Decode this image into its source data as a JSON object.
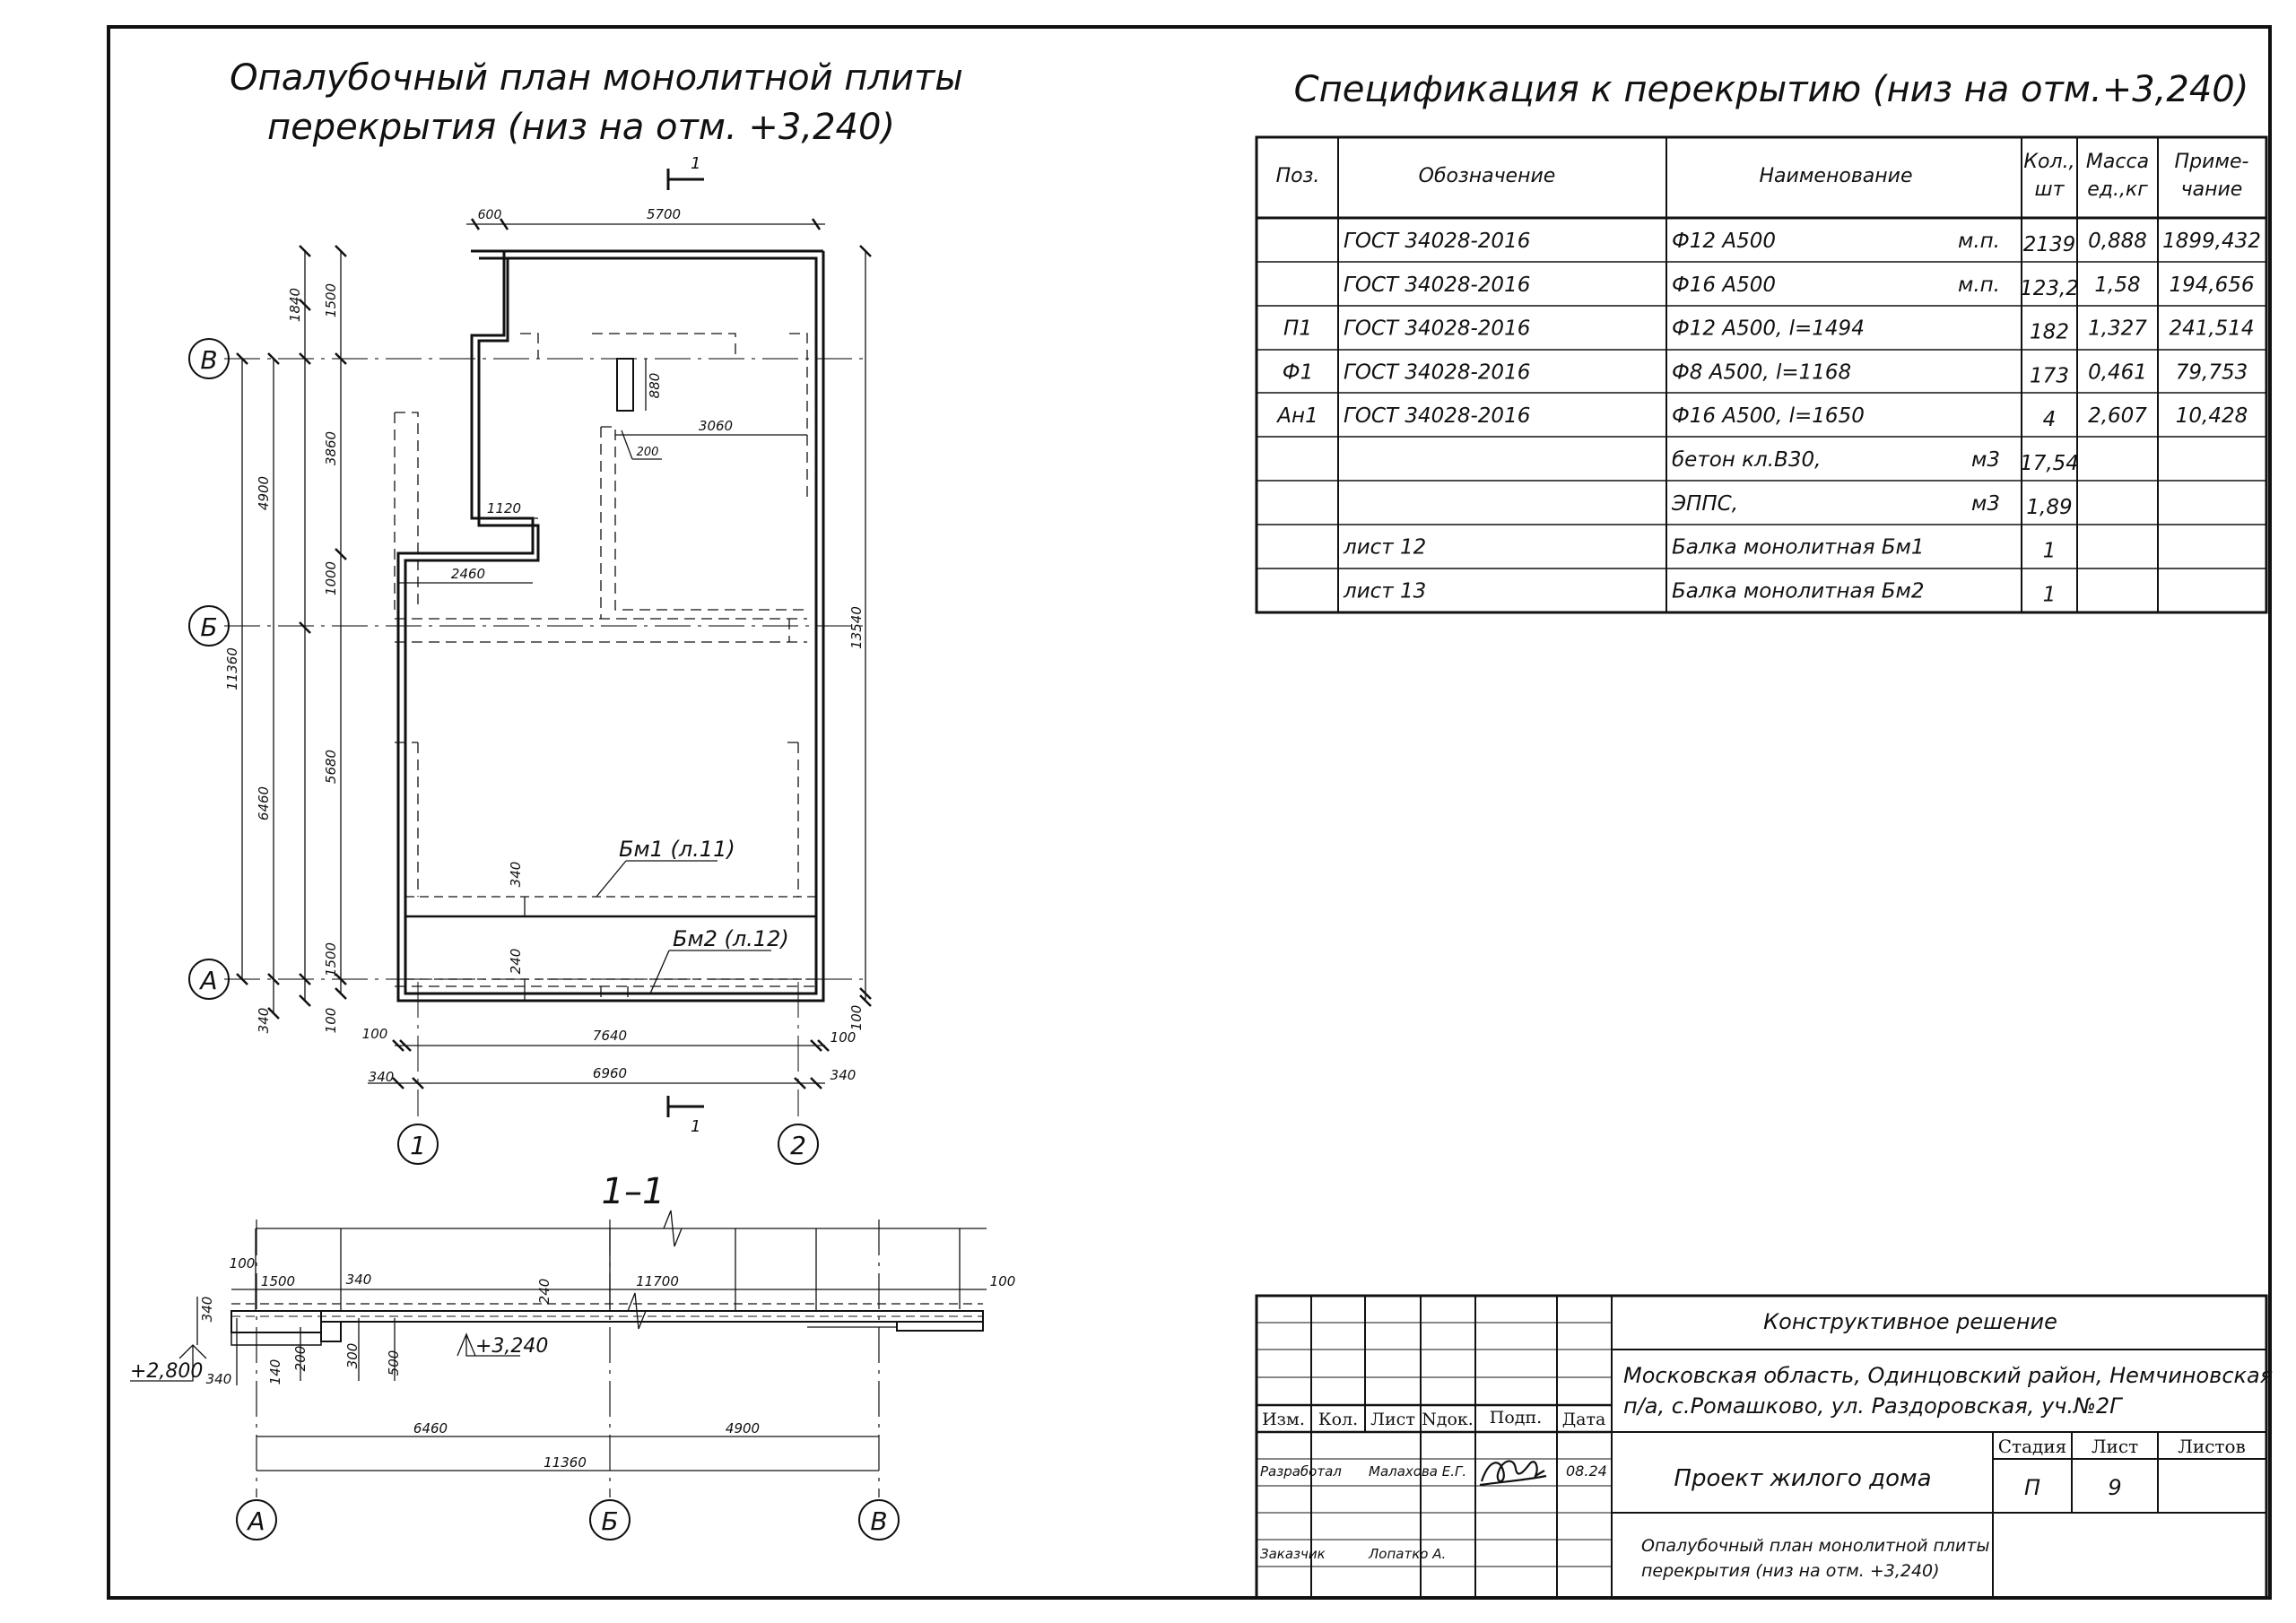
{
  "plan": {
    "title_line1": "Опалубочный план монолитной плиты",
    "title_line2": "перекрытия (низ на отм. +3,240)",
    "section_mark": "1",
    "axes_rows": [
      "В",
      "Б",
      "А"
    ],
    "axes_cols": [
      "1",
      "2"
    ],
    "dims_top": [
      "600",
      "5700"
    ],
    "dims_left_outer": [
      "11360"
    ],
    "dims_left_mid": [
      "4900",
      "6460",
      "340"
    ],
    "dims_left_inner": [
      "1840",
      "1500",
      "3860",
      "1000",
      "5680",
      "1500",
      "100"
    ],
    "dims_right": [
      "13540",
      "100"
    ],
    "dims_inner": [
      "880",
      "3060",
      "200",
      "1120",
      "2460",
      "340",
      "240"
    ],
    "dims_bottom_1": [
      "100",
      "7640",
      "100"
    ],
    "dims_bottom_2": [
      "340",
      "6960",
      "340"
    ],
    "beam1": "Бм1 (л.11)",
    "beam2": "Бм2 (л.12)"
  },
  "section": {
    "title": "1–1",
    "dims_top": [
      "100",
      "1500",
      "340",
      "240",
      "11700",
      "100"
    ],
    "dims_left": [
      "340",
      "340",
      "140",
      "200",
      "300",
      "500"
    ],
    "level_low": "+2,800",
    "level_mid": "+3,240",
    "dims_bottom_1": [
      "6460",
      "4900"
    ],
    "dims_bottom_2": [
      "11360"
    ],
    "axes": [
      "А",
      "Б",
      "В"
    ]
  },
  "spec": {
    "title": "Спецификация к перекрытию (низ на отм.+3,240)",
    "headers": [
      "Поз.",
      "Обозначение",
      "Наименование",
      "Кол.,",
      "шт",
      "Масса",
      "ед.,кг",
      "Приме-",
      "чание"
    ],
    "rows": [
      {
        "pos": "",
        "code": "ГОСТ 34028-2016",
        "name": "Ф12 А500",
        "unit": "м.п.",
        "qty": "2139",
        "mass": "0,888",
        "note": "1899,432"
      },
      {
        "pos": "",
        "code": "ГОСТ 34028-2016",
        "name": "Ф16 А500",
        "unit": "м.п.",
        "qty": "123,2",
        "mass": "1,58",
        "note": "194,656"
      },
      {
        "pos": "П1",
        "code": "ГОСТ 34028-2016",
        "name": "Ф12 А500,   l=1494",
        "unit": "",
        "qty": "182",
        "mass": "1,327",
        "note": "241,514"
      },
      {
        "pos": "Ф1",
        "code": "ГОСТ 34028-2016",
        "name": "Ф8 А500,   l=1168",
        "unit": "",
        "qty": "173",
        "mass": "0,461",
        "note": "79,753"
      },
      {
        "pos": "Ан1",
        "code": "ГОСТ 34028-2016",
        "name": "Ф16 А500,   l=1650",
        "unit": "",
        "qty": "4",
        "mass": "2,607",
        "note": "10,428"
      },
      {
        "pos": "",
        "code": "",
        "name": "бетон кл.В30,",
        "unit": "м3",
        "qty": "17,54",
        "mass": "",
        "note": ""
      },
      {
        "pos": "",
        "code": "",
        "name": "ЭППС,",
        "unit": "м3",
        "qty": "1,89",
        "mass": "",
        "note": ""
      },
      {
        "pos": "",
        "code": "лист 12",
        "name": "Балка монолитная Бм1",
        "unit": "",
        "qty": "1",
        "mass": "",
        "note": ""
      },
      {
        "pos": "",
        "code": "лист 13",
        "name": "Балка монолитная Бм2",
        "unit": "",
        "qty": "1",
        "mass": "",
        "note": ""
      }
    ]
  },
  "stamp": {
    "header_cols": [
      "Изм.",
      "Кол.",
      "Лист",
      "Nдок.",
      "Подп.",
      "Дата"
    ],
    "solution": "Конструктивное решение",
    "address_line1": "Московская область, Одинцовский район, Немчиновская",
    "address_line2": "п/а, с.Ромашково, ул. Раздоровская, уч.№2Г",
    "developed_label": "Разработал",
    "developed_name": "Малахова Е.Г.",
    "developed_date": "08.24",
    "customer_label": "Заказчик",
    "customer_name": "Лопатко А.",
    "project": "Проект жилого дома",
    "stage_label": "Стадия",
    "sheet_label": "Лист",
    "sheets_label": "Листов",
    "stage": "П",
    "sheet": "9",
    "sheets": "",
    "drawing_line1": "Опалубочный план монолитной плиты",
    "drawing_line2": "перекрытия (низ на отм. +3,240)"
  }
}
